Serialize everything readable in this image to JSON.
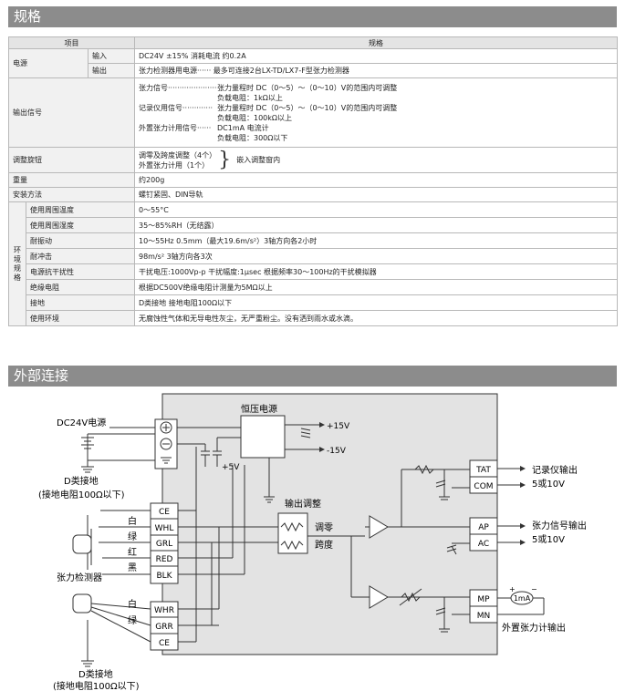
{
  "spec": {
    "section_title": "规格",
    "header_item": "项目",
    "header_spec": "规格",
    "power": {
      "label": "电源",
      "input_label": "输入",
      "input_value": "DC24V ±15% 消耗电流 约0.2A",
      "output_label": "输出",
      "output_value": "张力检测器用电源······ 最多可连接2台LX-TD/LX7-F型张力检测器"
    },
    "output_signal": {
      "label": "输出信号",
      "lines": [
        {
          "name": "张力信号·······················",
          "value": "张力量程时 DC（0～5）～（0～10）V的范围内可调整"
        },
        {
          "name": "",
          "value": "负载电阻：1kΩ以上"
        },
        {
          "name": "记录仪用信号·············",
          "value": "张力量程时 DC（0～5）～（0～10）V的范围内可调整"
        },
        {
          "name": "",
          "value": "负载电阻：100kΩ以上"
        },
        {
          "name": "外置张力计用信号······",
          "value": "DC1mA 电流计"
        },
        {
          "name": "",
          "value": "负载电阻：300Ω以下"
        }
      ]
    },
    "adjust": {
      "label": "调整旋钮",
      "line1": "调零及跨度调整（4个）",
      "line2": "外置张力计用（1个）",
      "note": "嵌入调整窗内"
    },
    "weight": {
      "label": "重量",
      "value": "约200g"
    },
    "mounting": {
      "label": "安装方法",
      "value": "螺钉紧固、DIN导轨"
    },
    "environment": {
      "label": "环境规格",
      "rows": [
        {
          "label": "使用周围温度",
          "value": "0～55°C"
        },
        {
          "label": "使用周围湿度",
          "value": "35～85%RH（无结露）"
        },
        {
          "label": "耐振动",
          "value": "10～55Hz 0.5mm（最大19.6m/s²）3轴方向各2小时"
        },
        {
          "label": "耐冲击",
          "value": "98m/s² 3轴方向各3次"
        },
        {
          "label": "电源抗干扰性",
          "value": "干扰电压:1000Vp-p 干扰幅度:1μsec 根据频率30～100Hz的干扰模拟器"
        },
        {
          "label": "绝缘电阻",
          "value": "根据DC500V绝缘电阻计测量为5MΩ以上"
        },
        {
          "label": "接地",
          "value": "D类接地 接地电阻100Ω以下"
        },
        {
          "label": "使用环境",
          "value": "无腐蚀性气体和无导电性灰尘，无严重粉尘。没有洒到雨水或水滴。"
        }
      ]
    }
  },
  "connection": {
    "section_title": "外部连接",
    "power_label": "DC24V电源",
    "ground_top_1": "D类接地",
    "ground_top_2": "(接地电阻100Ω以下)",
    "regulator": "恒压电源",
    "plus15": "+15V",
    "minus15": "-15V",
    "plus5": "+5V",
    "out_adjust": "输出调整",
    "zero": "调零",
    "span": "跨度",
    "sensor_label": "张力检测器",
    "ground_bottom_1": "D类接地",
    "ground_bottom_2": "(接地电阻100Ω以下)",
    "wire_white": "白",
    "wire_green": "绿",
    "wire_red": "红",
    "wire_black": "黑",
    "wire_white2": "白",
    "wire_green2": "绿",
    "terminals_left": [
      "CE",
      "WHL",
      "GRL",
      "RED",
      "BLK"
    ],
    "terminals_left2": [
      "WHR",
      "GRR",
      "CE"
    ],
    "term_tat": "TAT",
    "term_com": "COM",
    "term_ap": "AP",
    "term_ac": "AC",
    "term_mp": "MP",
    "term_mn": "MN",
    "rec_out": "记录仪输出",
    "rec_range": "5或10V",
    "sig_out": "张力信号输出",
    "sig_range": "5或10V",
    "meter": "1mA",
    "meter_plus": "+",
    "meter_minus": "−",
    "meter_out": "外置张力计输出"
  }
}
